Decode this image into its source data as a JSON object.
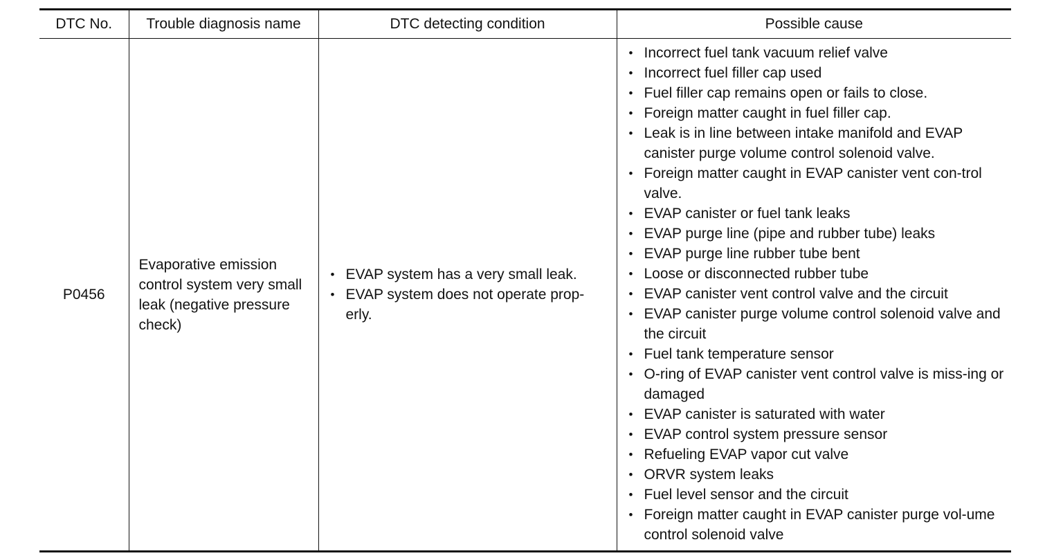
{
  "table": {
    "headers": [
      "DTC No.",
      "Trouble diagnosis name",
      "DTC detecting condition",
      "Possible cause"
    ],
    "row": {
      "dtc_no": "P0456",
      "name": "Evaporative emission control system very small leak (negative pressure check)",
      "conditions": [
        "EVAP system has a very small leak.",
        "EVAP system does not operate prop-erly."
      ],
      "causes": [
        "Incorrect fuel tank vacuum relief valve",
        "Incorrect fuel filler cap used",
        "Fuel filler cap remains open or fails to close.",
        "Foreign matter caught in fuel filler cap.",
        "Leak is in line between intake manifold and EVAP canister purge volume control solenoid valve.",
        "Foreign matter caught in EVAP canister vent con-trol valve.",
        "EVAP canister or fuel tank leaks",
        "EVAP purge line (pipe and rubber tube) leaks",
        "EVAP purge line rubber tube bent",
        "Loose or disconnected rubber tube",
        "EVAP canister vent control valve and the circuit",
        "EVAP canister purge volume control solenoid valve and the circuit",
        "Fuel tank temperature sensor",
        "O-ring of EVAP canister vent control valve is miss-ing or damaged",
        "EVAP canister is saturated with water",
        "EVAP control system pressure sensor",
        "Refueling EVAP vapor cut valve",
        "ORVR system leaks",
        "Fuel level sensor and the circuit",
        "Foreign matter caught in EVAP canister purge vol-ume control solenoid valve"
      ]
    }
  }
}
